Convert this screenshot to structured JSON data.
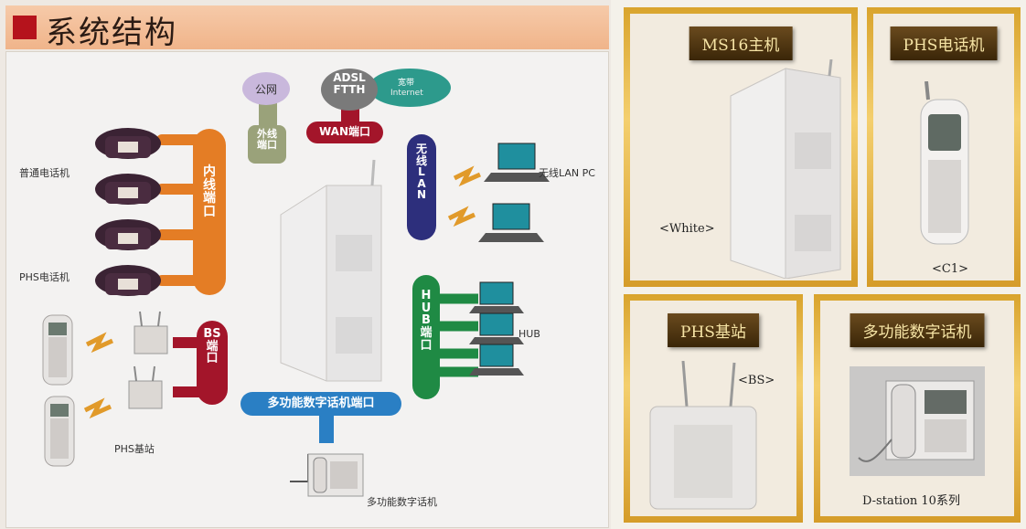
{
  "left_panel": {
    "title": "系统结构"
  },
  "diagram": {
    "public_net": "公网",
    "outer_port": "外线\n端口",
    "adsl": "ADSL\nFTTH",
    "broadband": "宽带",
    "internet": "Internet",
    "wan_port": "WAN端口",
    "inner_port": "内\n线\n端\n口",
    "bs_port": "BS\n端\n口",
    "wireless_lan_port": "无\n线\nL\nA\nN",
    "hub_port": "H\nU\nB\n端\n口",
    "digital_phone_port": "多功能数字话机端口",
    "label_ordinary_phone": "普通电话机",
    "label_phs_phone": "PHS电话机",
    "label_phs_base": "PHS基站",
    "label_wireless_pc": "无线LAN PC",
    "label_hub": "HUB",
    "label_digital_phone": "多功能数字话机"
  },
  "cards": {
    "ms16": {
      "title": "MS16主机",
      "caption": "<White>"
    },
    "phs_phone": {
      "title": "PHS电话机",
      "caption": "<C1>"
    },
    "phs_base": {
      "title": "PHS基站",
      "caption": "<BS>"
    },
    "digital_phone": {
      "title": "多功能数字话机",
      "caption": "D-station 10系列"
    }
  },
  "colors": {
    "orange_port": "#e47d25",
    "red_port": "#a3152a",
    "blue_port": "#2d2f7c",
    "green_port": "#1f8a44",
    "sky_port": "#2a7fc4",
    "gold_frame": "#d9a42d",
    "title_red": "#b5131c"
  }
}
